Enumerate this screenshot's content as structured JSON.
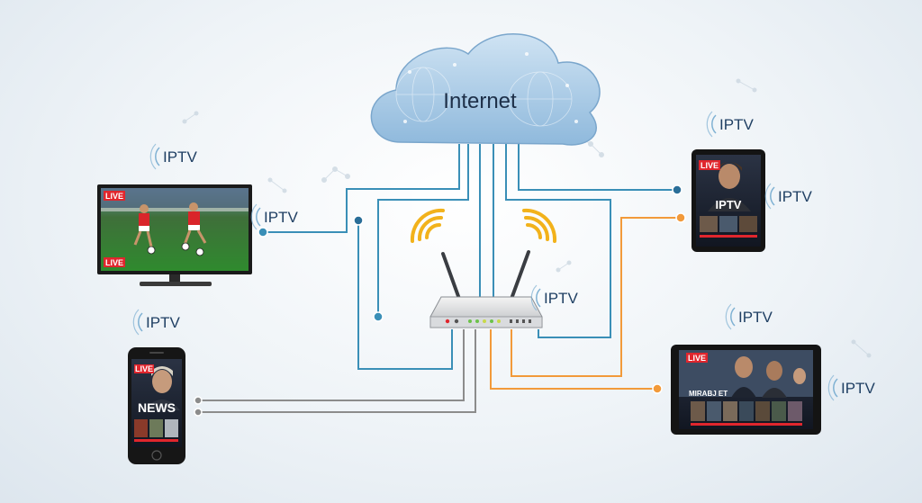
{
  "cloud": {
    "label": "Internet"
  },
  "service_label": "IPTV",
  "devices": {
    "tv": {
      "badges": [
        "LIVE",
        "LIVE"
      ]
    },
    "tablet_top": {
      "badge": "LIVE",
      "overlay": "IPTV"
    },
    "phone": {
      "badge": "LIVE",
      "overlay": "NEWS"
    },
    "tablet_bottom": {
      "badge": "LIVE",
      "overlay": "MIRABJ ET"
    }
  },
  "colors": {
    "link_blue": "#3a8fb7",
    "link_orange": "#f29a3a",
    "link_gray": "#8c8c8c",
    "wifi": "#f2b21b",
    "live_red": "#e0262d",
    "label": "#1f3f63"
  }
}
